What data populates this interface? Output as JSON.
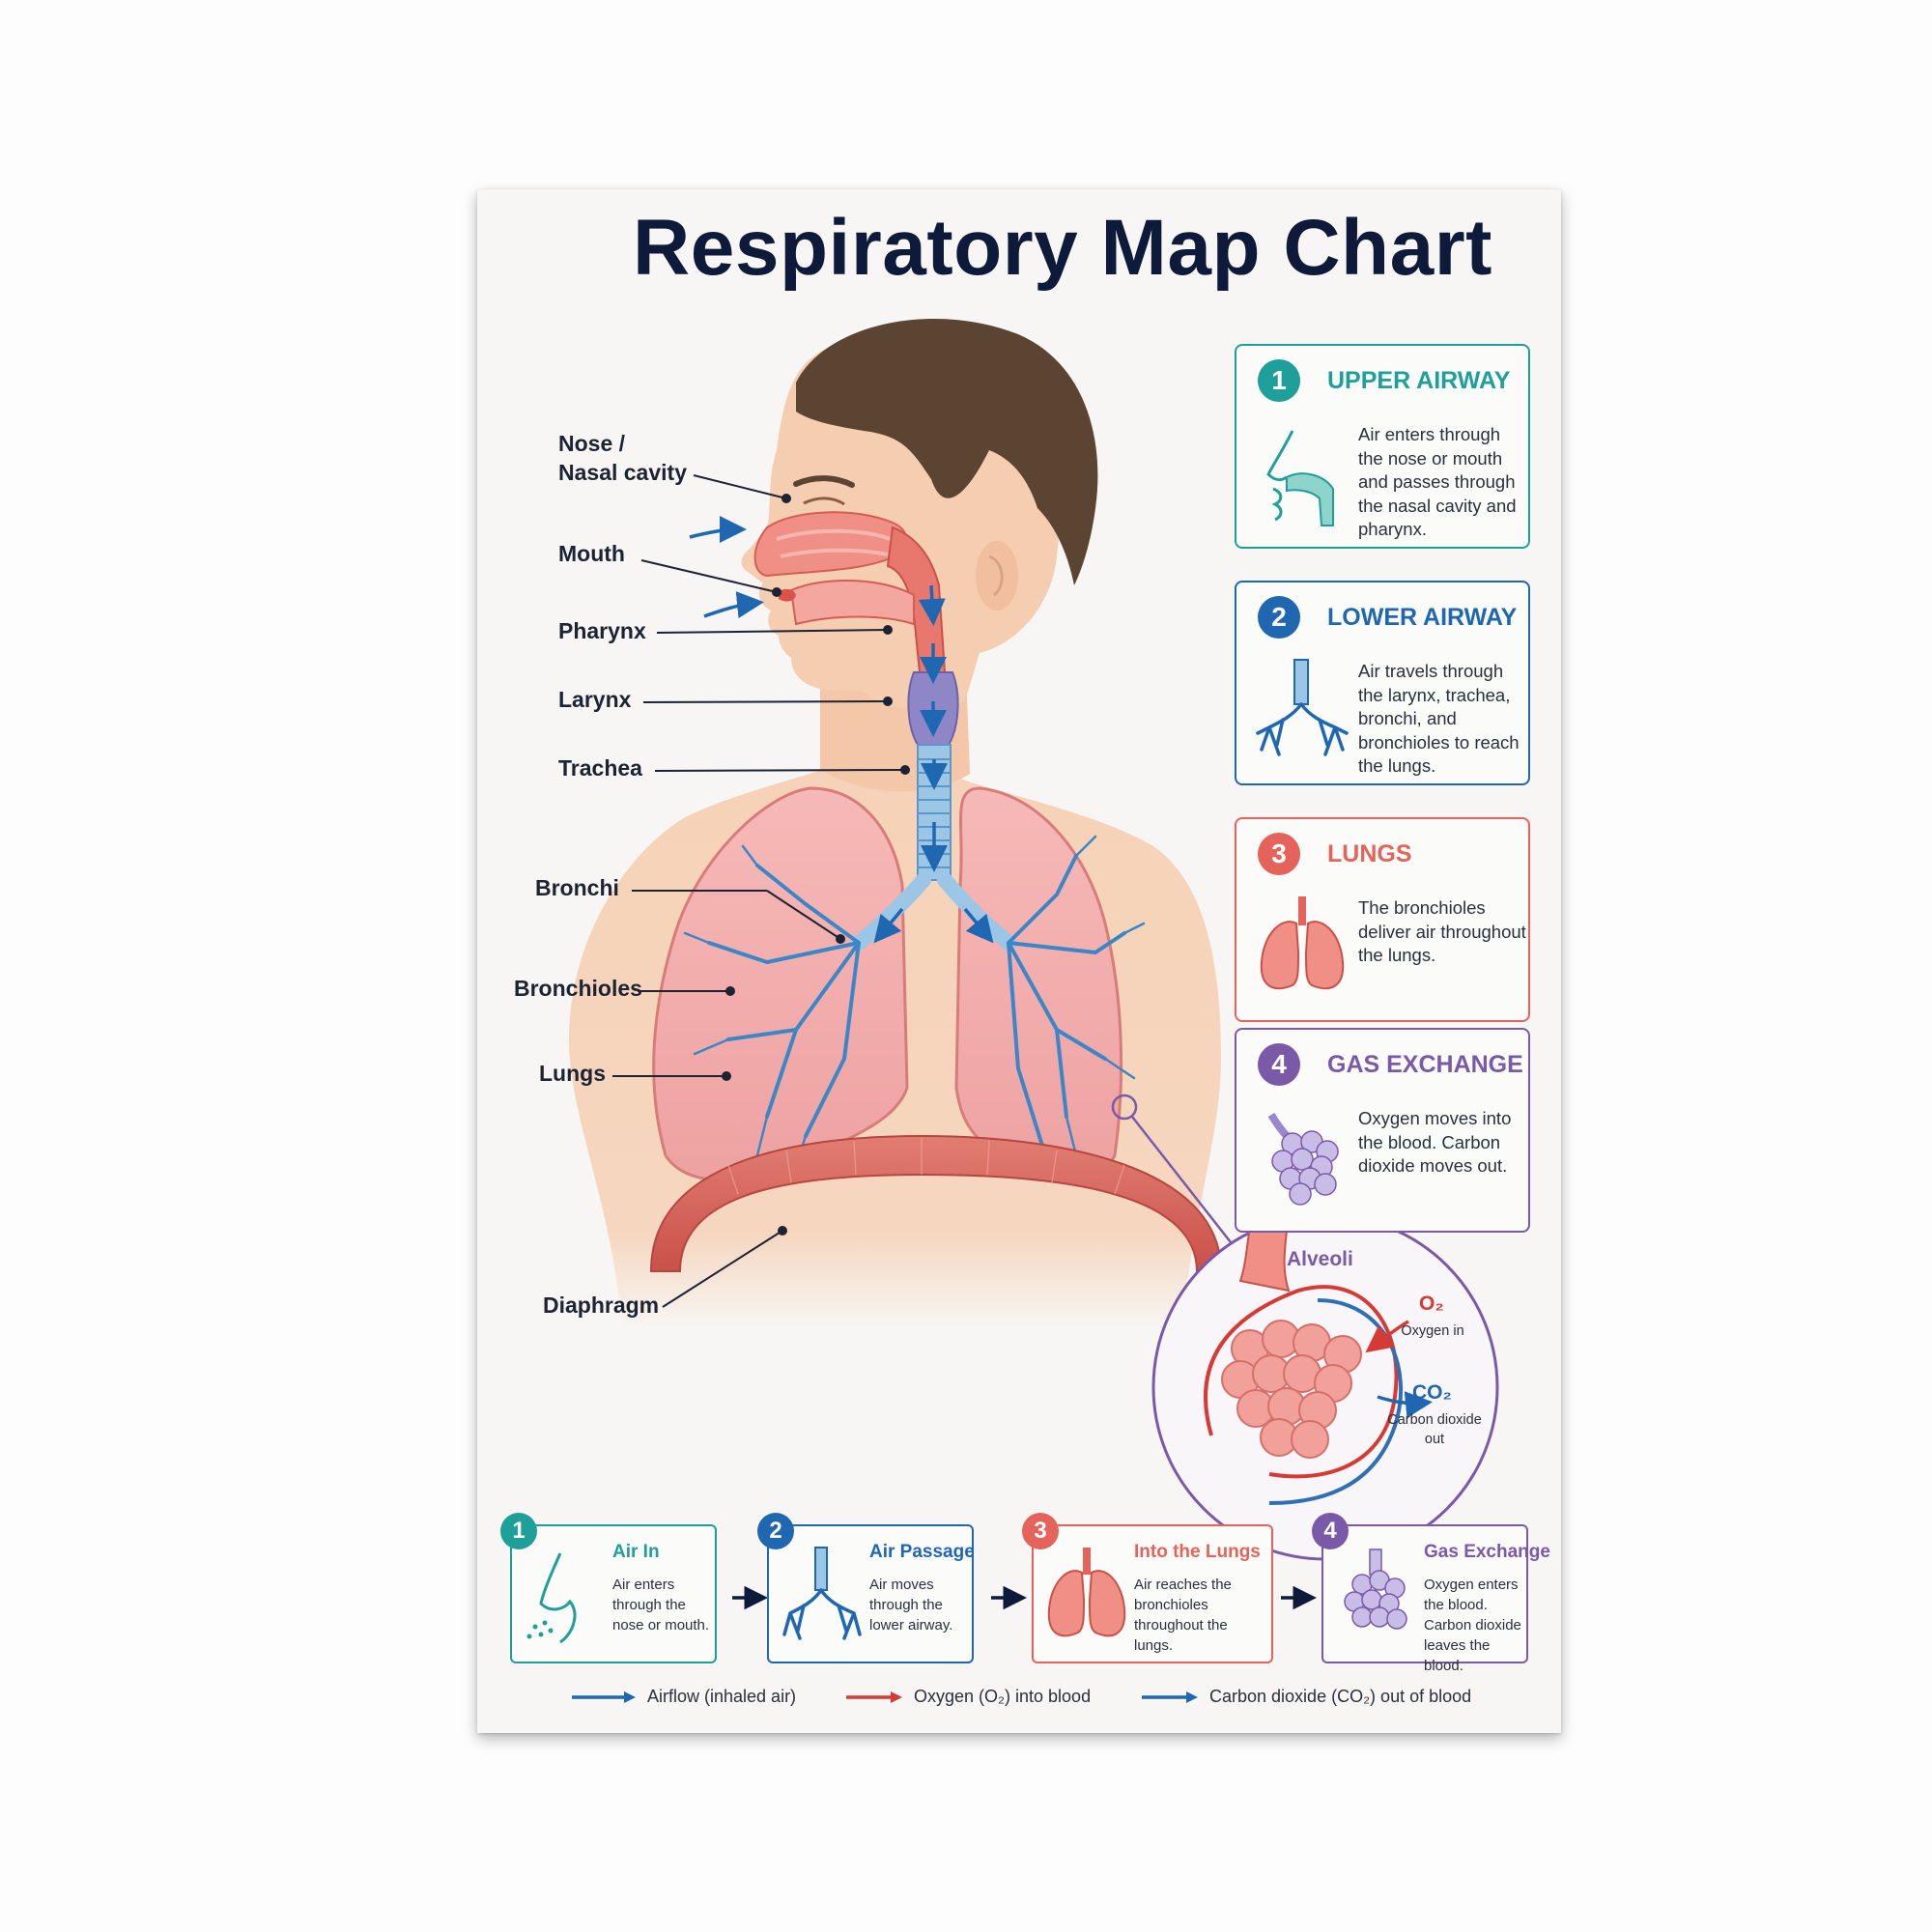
{
  "title": "Respiratory Map Chart",
  "colors": {
    "teal": "#1f9f99",
    "blue": "#1f67b0",
    "coral": "#e4645b",
    "purple": "#7a5aa8",
    "navy": "#0e1a3a",
    "red_arrow": "#d63a35"
  },
  "labels": {
    "nose_line1": "Nose /",
    "nose_line2": "Nasal cavity",
    "mouth": "Mouth",
    "pharynx": "Pharynx",
    "larynx": "Larynx",
    "trachea": "Trachea",
    "bronchi": "Bronchi",
    "bronchioles": "Bronchioles",
    "lungs": "Lungs",
    "diaphragm": "Diaphragm"
  },
  "cards": [
    {
      "number": "1",
      "title": "UPPER AIRWAY",
      "text": "Air enters through the nose or mouth and passes through the nasal cavity and pharynx.",
      "icon": "nose-icon"
    },
    {
      "number": "2",
      "title": "LOWER AIRWAY",
      "text": "Air travels through the larynx, trachea, bronchi, and bronchioles to reach the lungs.",
      "icon": "bronchi-icon"
    },
    {
      "number": "3",
      "title": "LUNGS",
      "text": "The bronchioles deliver air throughout the lungs.",
      "icon": "lungs-icon"
    },
    {
      "number": "4",
      "title": "GAS EXCHANGE",
      "text": "Oxygen moves into the blood. Carbon dioxide moves out.",
      "icon": "alveoli-icon"
    }
  ],
  "alveoli": {
    "title": "Alveoli",
    "o2_symbol": "O₂",
    "o2_label": "Oxygen in",
    "co2_symbol": "CO₂",
    "co2_label": "Carbon dioxide out"
  },
  "steps": [
    {
      "number": "1",
      "title": "Air In",
      "text": "Air enters through the nose or mouth."
    },
    {
      "number": "2",
      "title": "Air Passage",
      "text": "Air moves through the lower airway."
    },
    {
      "number": "3",
      "title": "Into the Lungs",
      "text": "Air reaches the bronchioles throughout the lungs."
    },
    {
      "number": "4",
      "title": "Gas Exchange",
      "text": "Oxygen enters the blood. Carbon dioxide leaves the blood."
    }
  ],
  "legend": [
    {
      "label": "Airflow (inhaled air)",
      "color": "#1f67b0"
    },
    {
      "label": "Oxygen (O₂) into blood",
      "color": "#d63a35"
    },
    {
      "label": "Carbon dioxide (CO₂) out of blood",
      "color": "#1f67b0"
    }
  ]
}
